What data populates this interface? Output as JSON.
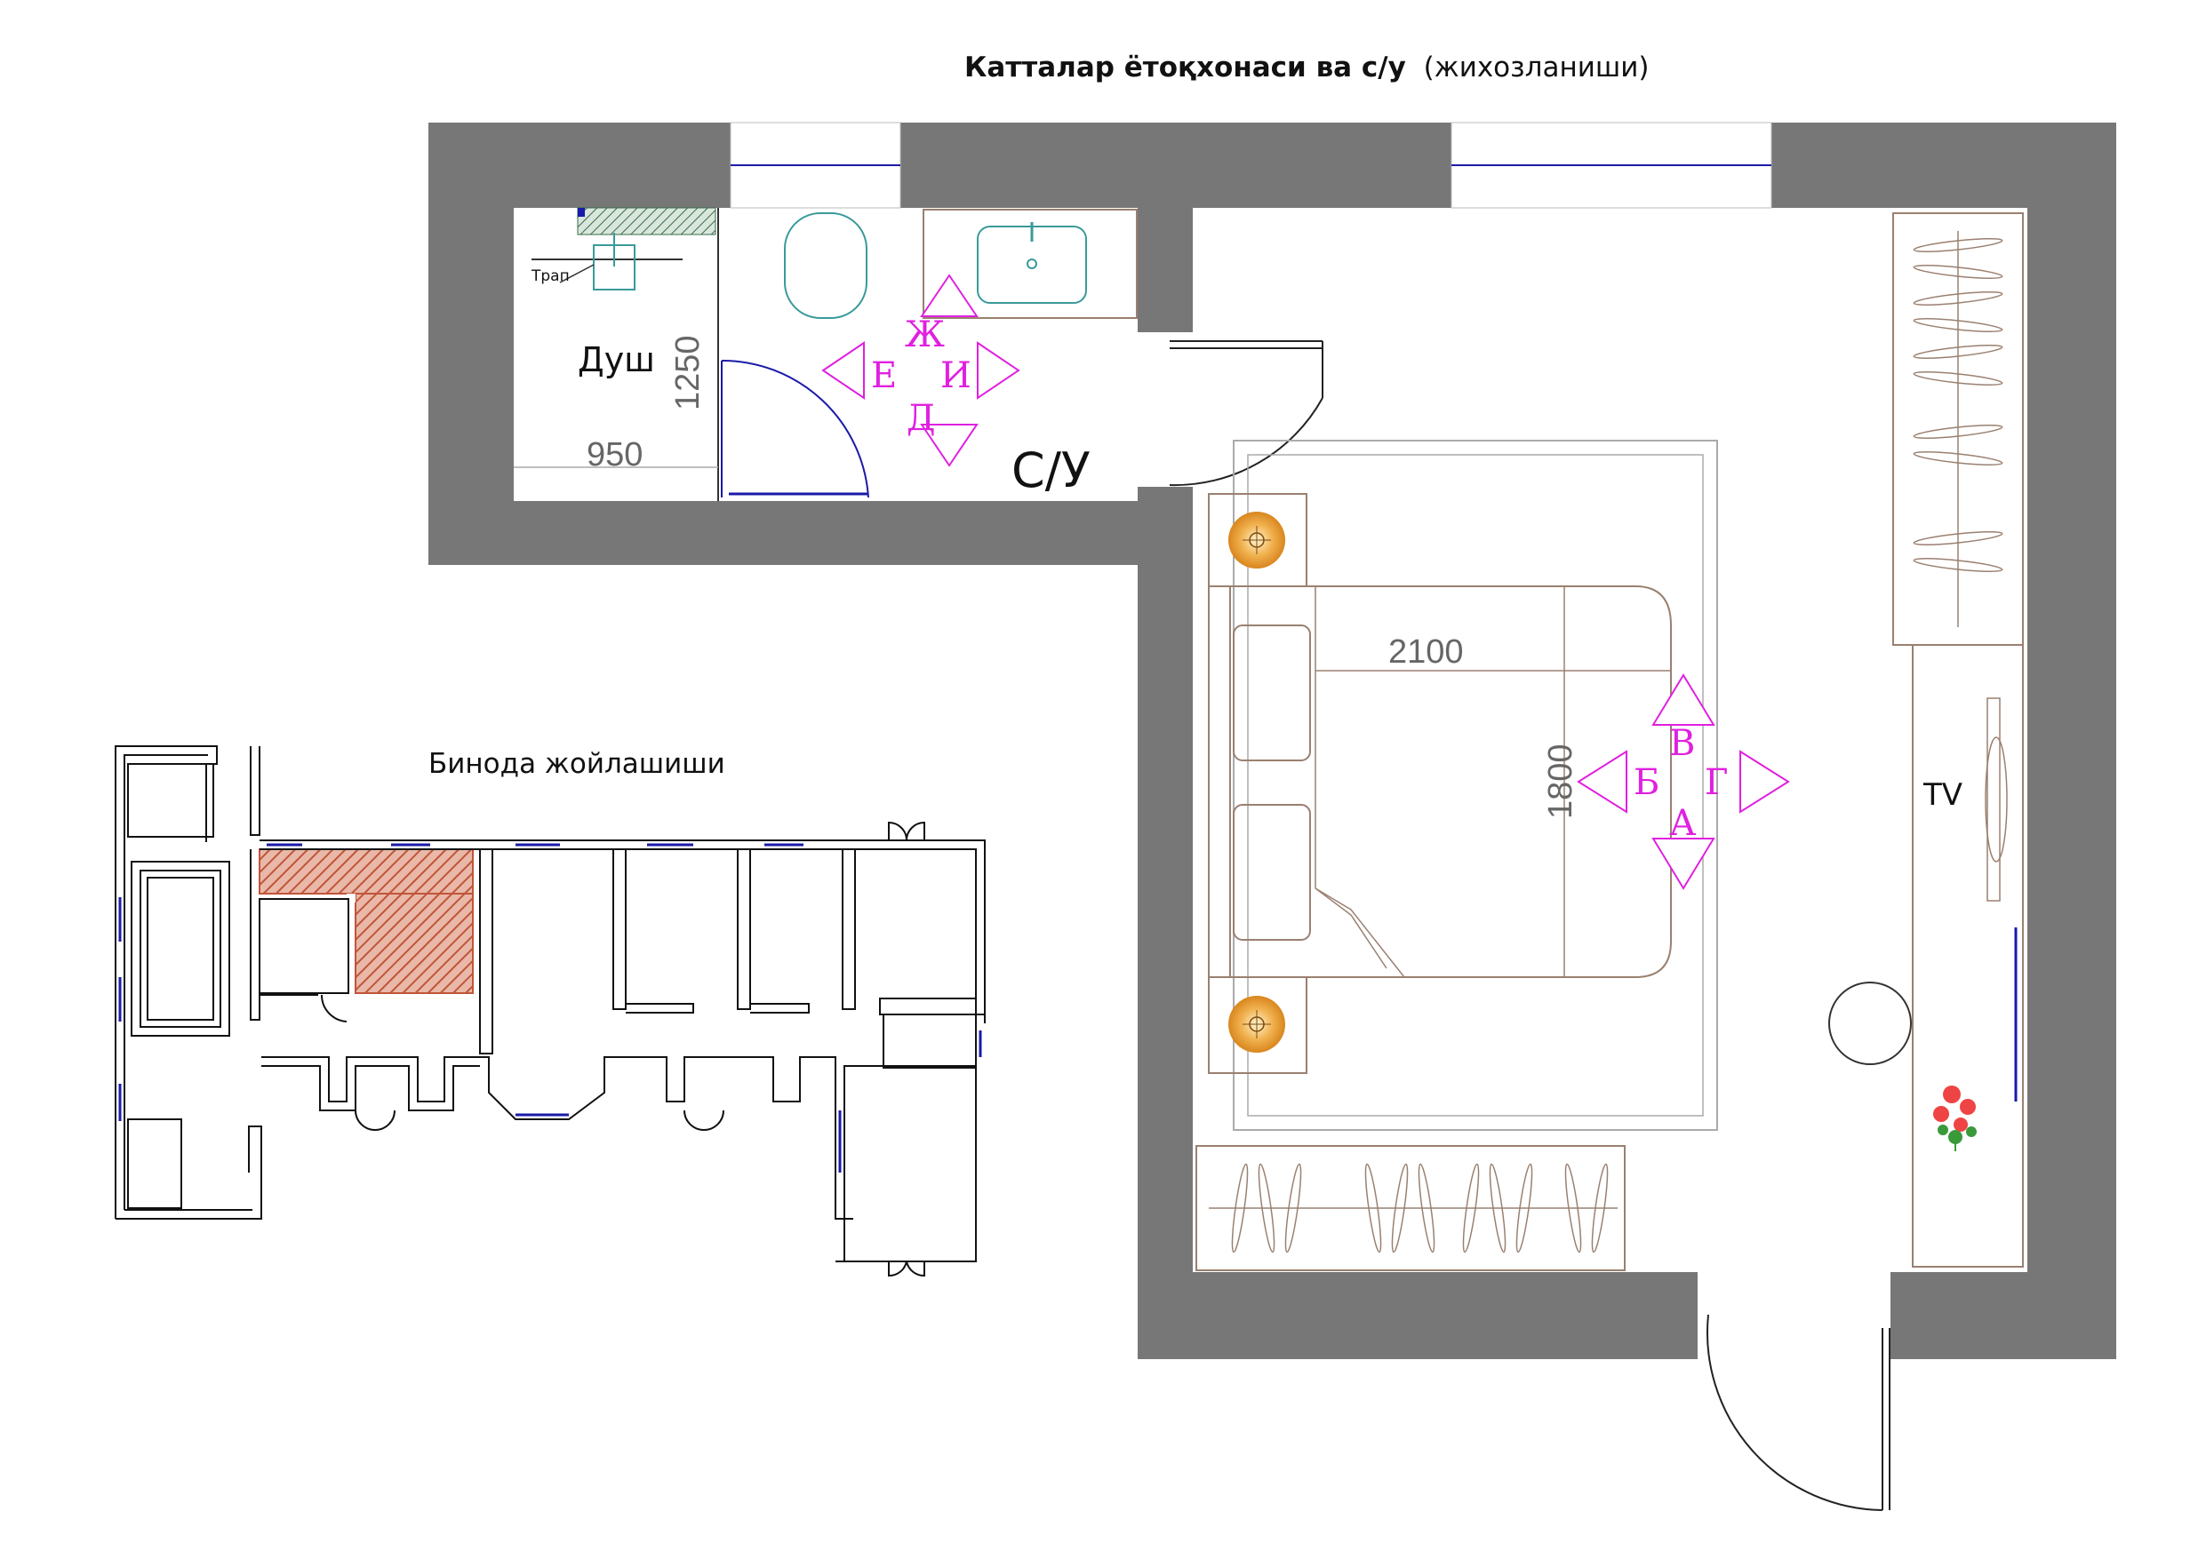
{
  "title": {
    "main": "Катталар ётоқхонаси ва с/у",
    "suffix": "(жихозланиши)"
  },
  "location_title": "Бинода жойлашиши",
  "rooms": {
    "shower": "Душ",
    "bathroom": "С/У",
    "drain": "Трап",
    "tv": "TV"
  },
  "dimensions": {
    "shower_depth": "1250",
    "shower_width": "950",
    "bed_length": "2100",
    "bed_width": "1800"
  },
  "view_markers": {
    "bathroom": [
      "Ж",
      "Е",
      "И",
      "Д"
    ],
    "bedroom": [
      "В",
      "Б",
      "Г",
      "А"
    ]
  },
  "colors": {
    "wall": "#777777",
    "marker": "#e020e0",
    "highlight": "#c0553a",
    "window": "#1a1aa8"
  }
}
